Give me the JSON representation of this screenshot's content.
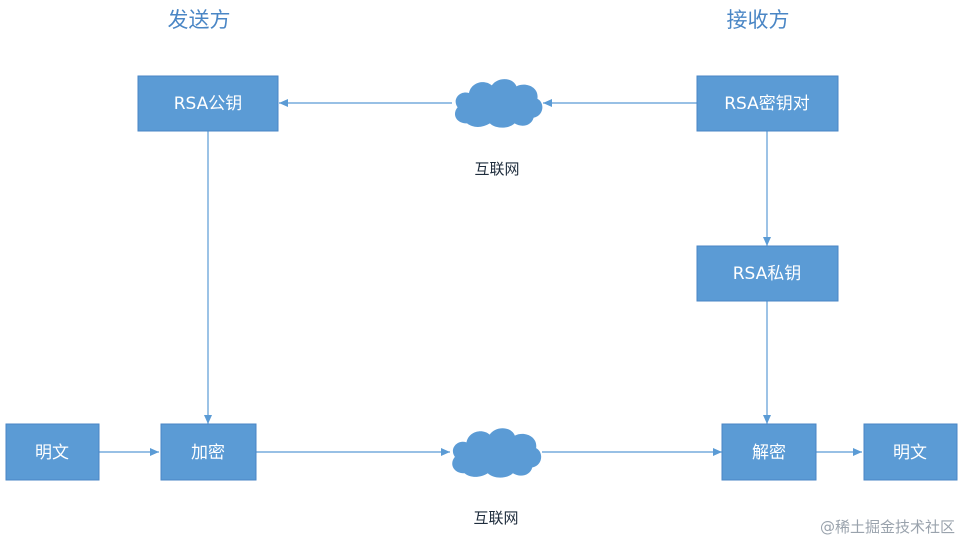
{
  "headings": {
    "sender": "发送方",
    "receiver": "接收方"
  },
  "nodes": {
    "rsa_public_key": "RSA公钥",
    "rsa_key_pair": "RSA密钥对",
    "rsa_private_key": "RSA私钥",
    "plaintext_left": "明文",
    "encrypt": "加密",
    "decrypt": "解密",
    "plaintext_right": "明文"
  },
  "clouds": {
    "top_label": "互联网",
    "bottom_label": "互联网"
  },
  "watermark": "@稀土掘金技术社区",
  "colors": {
    "box_fill": "#5b9bd5",
    "box_stroke": "#4a86c5",
    "arrow": "#5b9bd5",
    "heading": "#4a86c5",
    "cloud": "#5b9bd5"
  }
}
